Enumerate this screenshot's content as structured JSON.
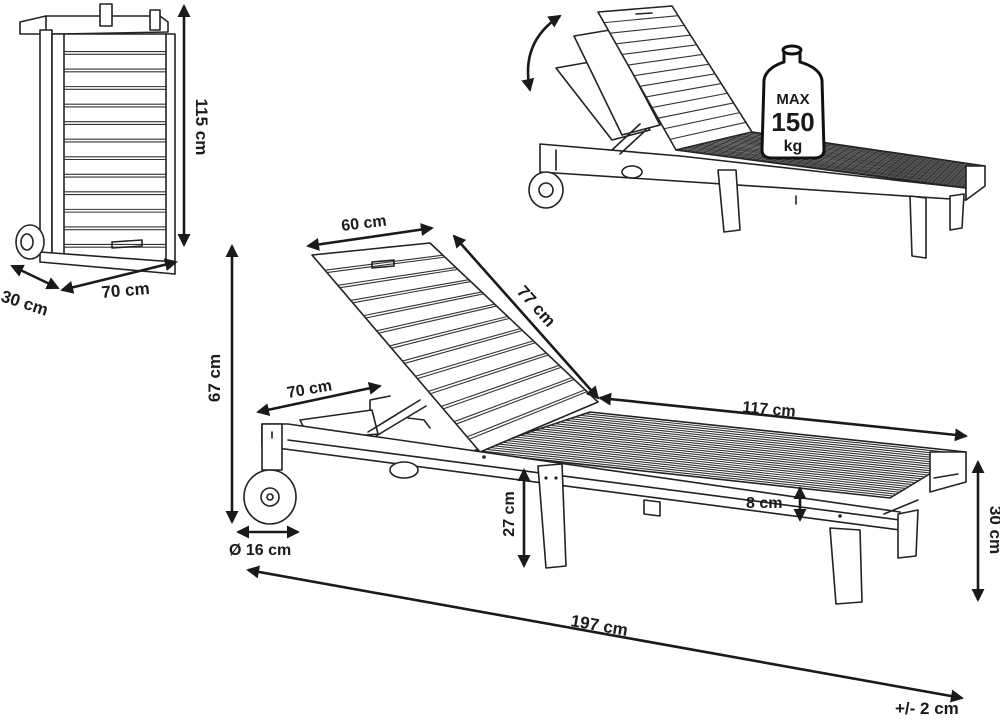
{
  "colors": {
    "ink": "#1a1a1a",
    "paper": "#ffffff"
  },
  "folded_view": {
    "height_label": "115 cm",
    "width_label": "70 cm",
    "depth_label": "30 cm"
  },
  "recline_view": {
    "icon": "curved-double-arrow-icon",
    "weight_badge": {
      "line1": "MAX",
      "line2": "150",
      "line3": "kg",
      "icon": "weight-icon"
    }
  },
  "main_view": {
    "backrest_width": "60 cm",
    "backrest_length": "77 cm",
    "total_height": "67 cm",
    "leg_section_width": "70 cm",
    "seat_length": "117 cm",
    "seat_height": "27 cm",
    "frame_height": "8 cm",
    "side_height": "30 cm",
    "wheel_diameter": "Ø 16 cm",
    "total_length": "197 cm"
  },
  "tolerance": "+/- 2 cm"
}
